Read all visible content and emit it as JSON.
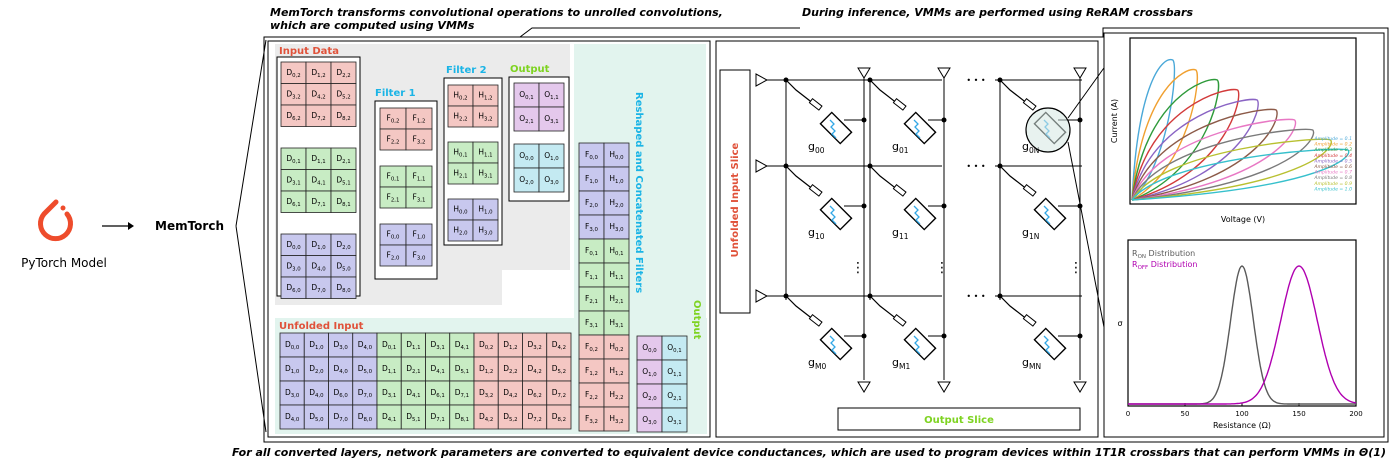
{
  "captions": {
    "top_left_line1": "MemTorch transforms convolutional operations to unrolled convolutions,",
    "top_left_line2": "which are computed using VMMs",
    "top_right": "During inference, VMMs are performed using ReRAM crossbars",
    "bottom": "For all converted layers, network parameters are converted to equivalent device conductances, which are used to program devices within 1T1R crossbars that can perform VMMs in Θ(1)"
  },
  "pipeline": {
    "source_label": "PyTorch Model",
    "tool_label": "MemTorch",
    "logo_icon": "pytorch-logo",
    "arrow_icon": "arrow-right-icon"
  },
  "unrolling": {
    "input_data_title": "Input Data",
    "filter1_title": "Filter 1",
    "filter2_title": "Filter 2",
    "output_title": "Output",
    "unfolded_input_title": "Unfolded Input",
    "reshaped_title": "Reshaped and Concatenated Filters",
    "output_vertical_title": "Output",
    "input_blocks": [
      {
        "color": "red",
        "cells": [
          [
            "D0,2",
            "D1,2",
            "D2,2"
          ],
          [
            "D3,2",
            "D4,2",
            "D5,2"
          ],
          [
            "D6,2",
            "D7,2",
            "D8,2"
          ]
        ]
      },
      {
        "color": "green",
        "cells": [
          [
            "D0,1",
            "D1,1",
            "D2,1"
          ],
          [
            "D3,1",
            "D4,1",
            "D5,1"
          ],
          [
            "D6,1",
            "D7,1",
            "D8,1"
          ]
        ]
      },
      {
        "color": "blue",
        "cells": [
          [
            "D0,0",
            "D1,0",
            "D2,0"
          ],
          [
            "D3,0",
            "D4,0",
            "D5,0"
          ],
          [
            "D6,0",
            "D7,0",
            "D8,0"
          ]
        ]
      }
    ],
    "filter1_blocks": [
      {
        "color": "red",
        "cells": [
          [
            "F0,2",
            "F1,2"
          ],
          [
            "F2,2",
            "F3,2"
          ]
        ]
      },
      {
        "color": "green",
        "cells": [
          [
            "F0,1",
            "F1,1"
          ],
          [
            "F2,1",
            "F3,1"
          ]
        ]
      },
      {
        "color": "blue",
        "cells": [
          [
            "F0,0",
            "F1,0"
          ],
          [
            "F2,0",
            "F3,0"
          ]
        ]
      }
    ],
    "filter2_blocks": [
      {
        "color": "red",
        "cells": [
          [
            "H0,2",
            "H1,2"
          ],
          [
            "H2,2",
            "H3,2"
          ]
        ]
      },
      {
        "color": "green",
        "cells": [
          [
            "H0,1",
            "H1,1"
          ],
          [
            "H2,1",
            "H3,1"
          ]
        ]
      },
      {
        "color": "blue",
        "cells": [
          [
            "H0,0",
            "H1,0"
          ],
          [
            "H2,0",
            "H3,0"
          ]
        ]
      }
    ],
    "output_blocks": [
      {
        "color": "purple",
        "cells": [
          [
            "O0,1",
            "O1,1"
          ],
          [
            "O2,1",
            "O3,1"
          ]
        ]
      },
      {
        "color": "cyan",
        "cells": [
          [
            "O0,0",
            "O1,0"
          ],
          [
            "O2,0",
            "O3,0"
          ]
        ]
      }
    ],
    "unfolded_blocks": [
      {
        "color": "blue",
        "cells": [
          [
            "D0,0",
            "D1,0",
            "D3,0",
            "D4,0"
          ],
          [
            "D1,0",
            "D2,0",
            "D4,0",
            "D5,0"
          ],
          [
            "D3,0",
            "D4,0",
            "D6,0",
            "D7,0"
          ],
          [
            "D4,0",
            "D5,0",
            "D7,0",
            "D8,0"
          ]
        ]
      },
      {
        "color": "green",
        "cells": [
          [
            "D0,1",
            "D1,1",
            "D3,1",
            "D4,1"
          ],
          [
            "D1,1",
            "D2,1",
            "D4,1",
            "D5,1"
          ],
          [
            "D3,1",
            "D4,1",
            "D6,1",
            "D7,1"
          ],
          [
            "D4,1",
            "D5,1",
            "D7,1",
            "D8,1"
          ]
        ]
      },
      {
        "color": "red",
        "cells": [
          [
            "D0,2",
            "D1,2",
            "D3,2",
            "D4,2"
          ],
          [
            "D1,2",
            "D2,2",
            "D4,2",
            "D5,2"
          ],
          [
            "D3,2",
            "D4,2",
            "D6,2",
            "D7,2"
          ],
          [
            "D4,2",
            "D5,2",
            "D7,2",
            "D8,2"
          ]
        ]
      }
    ],
    "reshaped_blocks": [
      {
        "color": "blue",
        "cells": [
          [
            "F0,0",
            "H0,0"
          ],
          [
            "F1,0",
            "H1,0"
          ],
          [
            "F2,0",
            "H2,0"
          ],
          [
            "F3,0",
            "H3,0"
          ]
        ]
      },
      {
        "color": "green",
        "cells": [
          [
            "F0,1",
            "H0,1"
          ],
          [
            "F1,1",
            "H1,1"
          ],
          [
            "F2,1",
            "H2,1"
          ],
          [
            "F3,1",
            "H3,1"
          ]
        ]
      },
      {
        "color": "red",
        "cells": [
          [
            "F0,2",
            "H0,2"
          ],
          [
            "F1,2",
            "H1,2"
          ],
          [
            "F2,2",
            "H2,2"
          ],
          [
            "F3,2",
            "H3,2"
          ]
        ]
      }
    ],
    "unrolled_output": {
      "purple": [
        "O0,0",
        "O1,0",
        "O2,0",
        "O3,0"
      ],
      "cyan": [
        "O0,1",
        "O1,1",
        "O2,1",
        "O3,1"
      ]
    }
  },
  "crossbar": {
    "input_slice_label": "Unfolded Input Slice",
    "output_slice_label": "Output Slice",
    "conductances": [
      [
        {
          "b": "g",
          "s": "00"
        },
        {
          "b": "g",
          "s": "01"
        },
        {
          "b": "g",
          "s": "0N"
        }
      ],
      [
        {
          "b": "g",
          "s": "10"
        },
        {
          "b": "g",
          "s": "11"
        },
        {
          "b": "g",
          "s": "1N"
        }
      ],
      [
        {
          "b": "g",
          "s": "M0"
        },
        {
          "b": "g",
          "s": "M1"
        },
        {
          "b": "g",
          "s": "MN"
        }
      ]
    ]
  },
  "chart_data": [
    {
      "type": "line",
      "title": "",
      "xlabel": "Voltage (V)",
      "ylabel": "Current (A)",
      "legend_position": "bottom-right",
      "series": [
        {
          "name": "Amplitude = 0.1",
          "color": "#4aa8d8",
          "amplitude": 0.1
        },
        {
          "name": "Amplitude = 0.2",
          "color": "#f0a030",
          "amplitude": 0.2
        },
        {
          "name": "Amplitude = 0.3",
          "color": "#2e9a3a",
          "amplitude": 0.3
        },
        {
          "name": "Amplitude = 0.4",
          "color": "#d23a3a",
          "amplitude": 0.4
        },
        {
          "name": "Amplitude = 0.5",
          "color": "#8a64c4",
          "amplitude": 0.5
        },
        {
          "name": "Amplitude = 0.6",
          "color": "#8c5a48",
          "amplitude": 0.6
        },
        {
          "name": "Amplitude = 0.7",
          "color": "#e878c4",
          "amplitude": 0.7
        },
        {
          "name": "Amplitude = 0.8",
          "color": "#7a7a7a",
          "amplitude": 0.8
        },
        {
          "name": "Amplitude = 0.9",
          "color": "#b8c030",
          "amplitude": 0.9
        },
        {
          "name": "Amplitude = 1.0",
          "color": "#36c0cc",
          "amplitude": 1.0
        }
      ]
    },
    {
      "type": "line",
      "title": "",
      "xlabel": "Resistance (Ω)",
      "ylabel": "σ",
      "xlim": [
        0,
        200
      ],
      "xticks": [
        "0",
        "50",
        "100",
        "150",
        "200"
      ],
      "legend_position": "top-left",
      "series": [
        {
          "name_base": "R",
          "name_sub": "ON",
          "name_rest": " Distribution",
          "color": "#5a5a5a",
          "mean": 100,
          "std": 10
        },
        {
          "name_base": "R",
          "name_sub": "OFF",
          "name_rest": " Distribution",
          "color": "#b000b0",
          "mean": 150,
          "std": 16
        }
      ]
    }
  ],
  "colors": {
    "red": [
      "#f4c7c3",
      "#c05a5a"
    ],
    "green": [
      "#c8ecc4",
      "#3e9a4a"
    ],
    "blue": [
      "#c8c8ee",
      "#4a4aa8"
    ],
    "purple": [
      "#e4c8ec",
      "#8a5aa8"
    ],
    "cyan": [
      "#c4eaf2",
      "#3a9ab8"
    ],
    "title_red": "#e0523a",
    "title_cyan": "#1ab4e6",
    "title_green": "#7ed321"
  }
}
